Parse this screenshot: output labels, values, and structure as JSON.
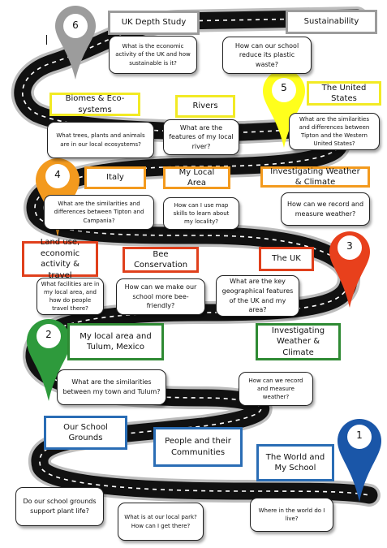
{
  "stops": [
    {
      "number": "1",
      "color": "#1a56a8"
    },
    {
      "number": "2",
      "color": "#2e9a3c"
    },
    {
      "number": "3",
      "color": "#e8401c"
    },
    {
      "number": "4",
      "color": "#f39a1e"
    },
    {
      "number": "5",
      "color": "#ffff1c"
    },
    {
      "number": "6",
      "color": "#9c9c9c"
    }
  ],
  "topics": {
    "uk_depth_study": "UK Depth Study",
    "sustainability": "Sustainability",
    "biomes": "Biomes & Eco-systems",
    "rivers": "Rivers",
    "united_states": "The United States",
    "italy": "Italy",
    "my_local_area": "My Local Area",
    "investigating_weather_1": "Investigating Weather & Climate",
    "land_use": "Land use, economic activity & travel",
    "bee_conservation": "Bee Conservation",
    "the_uk": "The UK",
    "local_area_tulum": "My local area and Tulum, Mexico",
    "investigating_weather_2": "Investigating Weather & Climate",
    "school_grounds": "Our School Grounds",
    "people_communities": "People and their Communities",
    "world_and_school": "The World and My School"
  },
  "questions": {
    "uk_depth_study": "What is the economic activity of the UK and how sustainable is it?",
    "sustainability": "How can our school reduce its plastic waste?",
    "biomes": "What trees, plants and animals are in our local ecosystems?",
    "rivers": "What are the features of my local river?",
    "united_states": "What are the similarities and differences between Tipton and the Western United States?",
    "italy": "What are the similarities and differences between Tipton and Campania?",
    "my_local_area": "How can I use map skills to learn about my locality?",
    "investigating_weather_1": "How can we record and measure weather?",
    "land_use": "What facilities are in my local area, and how do people travel there?",
    "bee_conservation": "How can we make our school more bee-friendly?",
    "the_uk": "What are the key geographical features of the UK and my area?",
    "local_area_tulum": "What are the similarities between my town and Tulum?",
    "investigating_weather_2": "How can we record and measure weather?",
    "school_grounds": "Do our school grounds support plant life?",
    "people_communities": "What is at our local park? How can I get there?",
    "world_and_school": "Where in the world do I live?"
  },
  "colors": {
    "road": "#111111",
    "road_edge": "#bdbdbd",
    "lane_marking": "#ffffff",
    "grey": "#9c9c9c",
    "yellow": "#f2ea24",
    "orange": "#f39a1e",
    "red": "#e0401c",
    "green": "#2e8a33",
    "blue": "#2a6db5"
  }
}
